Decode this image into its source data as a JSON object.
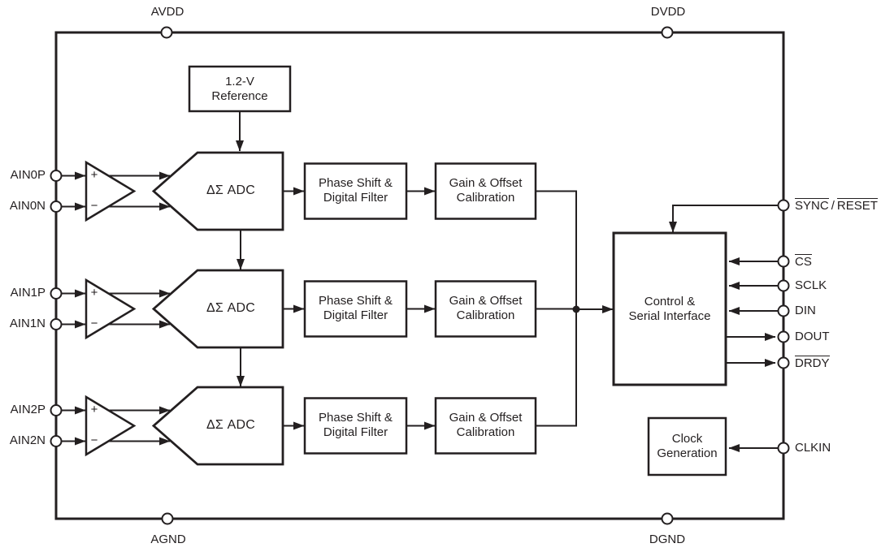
{
  "colors": {
    "ink": "#231f20",
    "background": "#ffffff"
  },
  "power": {
    "avdd": "AVDD",
    "dvdd": "DVDD",
    "agnd": "AGND",
    "dgnd": "DGND"
  },
  "reference": {
    "line1": "1.2-V",
    "line2": "Reference"
  },
  "channels": [
    {
      "pin_p": "AIN0P",
      "pin_n": "AIN0N",
      "plus": "+",
      "minus": "−",
      "adc": "ΔΣ ADC",
      "filter1": "Phase Shift &",
      "filter2": "Digital Filter",
      "cal1": "Gain & Offset",
      "cal2": "Calibration"
    },
    {
      "pin_p": "AIN1P",
      "pin_n": "AIN1N",
      "plus": "+",
      "minus": "−",
      "adc": "ΔΣ ADC",
      "filter1": "Phase Shift &",
      "filter2": "Digital Filter",
      "cal1": "Gain & Offset",
      "cal2": "Calibration"
    },
    {
      "pin_p": "AIN2P",
      "pin_n": "AIN2N",
      "plus": "+",
      "minus": "−",
      "adc": "ΔΣ ADC",
      "filter1": "Phase Shift &",
      "filter2": "Digital Filter",
      "cal1": "Gain & Offset",
      "cal2": "Calibration"
    }
  ],
  "control": {
    "line1": "Control &",
    "line2": "Serial Interface"
  },
  "clock": {
    "line1": "Clock",
    "line2": "Generation"
  },
  "right": {
    "sync": "SYNC",
    "slash": "/",
    "reset": "RESET",
    "cs": "CS",
    "sclk": "SCLK",
    "din": "DIN",
    "dout": "DOUT",
    "drdy": "DRDY",
    "clkin": "CLKIN"
  }
}
